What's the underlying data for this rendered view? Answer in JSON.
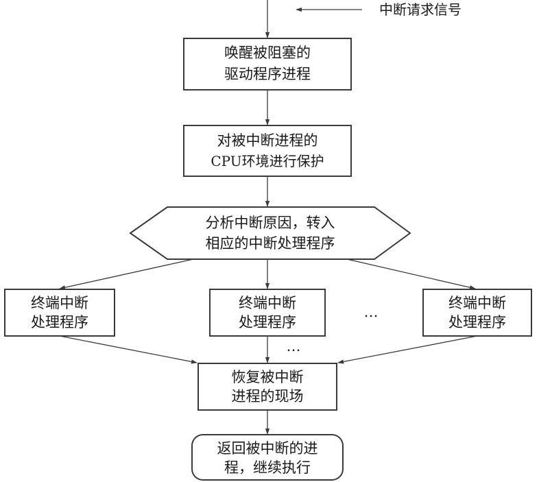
{
  "signal_label": "中断请求信号",
  "nodes": {
    "wake": {
      "lines": [
        "唤醒被阻塞的",
        "驱动程序进程"
      ]
    },
    "protect": {
      "lines": [
        "对被中断进程的",
        "CPU环境进行保护"
      ]
    },
    "analyze": {
      "lines": [
        "分析中断原因，转入",
        "相应的中断处理程序"
      ]
    },
    "handler_1": {
      "lines": [
        "终端中断",
        "处理程序"
      ]
    },
    "handler_2": {
      "lines": [
        "终端中断",
        "处理程序"
      ]
    },
    "handler_3": {
      "lines": [
        "终端中断",
        "处理程序"
      ]
    },
    "restore": {
      "lines": [
        "恢复被中断",
        "进程的现场"
      ]
    },
    "return": {
      "lines": [
        "返回被中断的进",
        "程，继续执行"
      ]
    }
  },
  "ellipsis_mid": "…",
  "ellipsis_between": "…"
}
